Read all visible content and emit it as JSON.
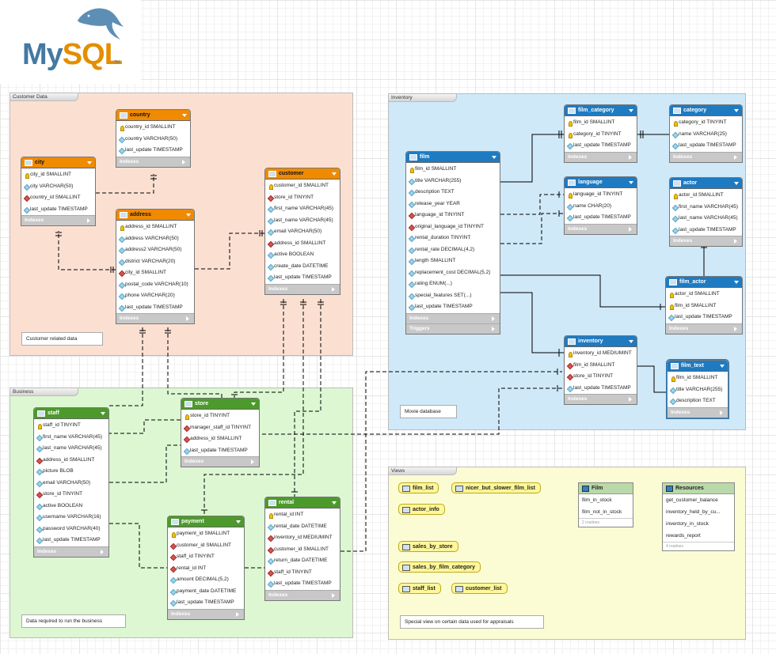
{
  "logo": {
    "my": "My",
    "sql": "SQL",
    "tm": "TM"
  },
  "regions": [
    {
      "id": "customer-data",
      "label": "Customer Data",
      "note": "Customer related data",
      "color": "#fbe0d2"
    },
    {
      "id": "inventory",
      "label": "Inventory",
      "note": "Movie database",
      "color": "#cfe9f9"
    },
    {
      "id": "business",
      "label": "Business",
      "note": "Data required to run the business",
      "color": "#dcf7d2"
    },
    {
      "id": "views",
      "label": "Views",
      "note": "Special view on certain data used for appraisals",
      "color": "#fcfcd4"
    }
  ],
  "tables": {
    "country": {
      "title": "country",
      "rows": [
        "country_id SMALLINT",
        "country VARCHAR(50)",
        "last_update TIMESTAMP"
      ],
      "kinds": [
        "pk",
        "col",
        "col"
      ],
      "sections": [
        "Indexes"
      ]
    },
    "city": {
      "title": "city",
      "rows": [
        "city_id SMALLINT",
        "city VARCHAR(50)",
        "country_id SMALLINT",
        "last_update TIMESTAMP"
      ],
      "kinds": [
        "pk",
        "col",
        "fk",
        "col"
      ],
      "sections": [
        "Indexes"
      ]
    },
    "address": {
      "title": "address",
      "rows": [
        "address_id SMALLINT",
        "address VARCHAR(50)",
        "address2 VARCHAR(50)",
        "district VARCHAR(20)",
        "city_id SMALLINT",
        "postal_code VARCHAR(10)",
        "phone VARCHAR(20)",
        "last_update TIMESTAMP"
      ],
      "kinds": [
        "pk",
        "col",
        "col",
        "col",
        "fk",
        "col",
        "col",
        "col"
      ],
      "sections": [
        "Indexes"
      ]
    },
    "customer": {
      "title": "customer",
      "rows": [
        "customer_id SMALLINT",
        "store_id TINYINT",
        "first_name VARCHAR(45)",
        "last_name VARCHAR(45)",
        "email VARCHAR(50)",
        "address_id SMALLINT",
        "active BOOLEAN",
        "create_date DATETIME",
        "last_update TIMESTAMP"
      ],
      "kinds": [
        "pk",
        "fk",
        "col",
        "col",
        "col",
        "fk",
        "col",
        "col",
        "col"
      ],
      "sections": [
        "Indexes"
      ]
    },
    "film": {
      "title": "film",
      "rows": [
        "film_id SMALLINT",
        "title VARCHAR(255)",
        "description TEXT",
        "release_year YEAR",
        "language_id TINYINT",
        "original_language_id TINYINT",
        "rental_duration TINYINT",
        "rental_rate DECIMAL(4,2)",
        "length SMALLINT",
        "replacement_cost DECIMAL(5,2)",
        "rating ENUM(...)",
        "special_features SET(...)",
        "last_update TIMESTAMP"
      ],
      "kinds": [
        "pk",
        "col",
        "col",
        "col",
        "fk",
        "fk",
        "col",
        "col",
        "col",
        "col",
        "col",
        "col",
        "col"
      ],
      "sections": [
        "Indexes",
        "Triggers"
      ]
    },
    "film_category": {
      "title": "film_category",
      "rows": [
        "film_id SMALLINT",
        "category_id TINYINT",
        "last_update TIMESTAMP"
      ],
      "kinds": [
        "pk",
        "pk",
        "col"
      ],
      "sections": [
        "Indexes"
      ]
    },
    "category": {
      "title": "category",
      "rows": [
        "category_id TINYINT",
        "name VARCHAR(25)",
        "last_update TIMESTAMP"
      ],
      "kinds": [
        "pk",
        "col",
        "col"
      ],
      "sections": [
        "Indexes"
      ]
    },
    "language": {
      "title": "language",
      "rows": [
        "language_id TINYINT",
        "name CHAR(20)",
        "last_update TIMESTAMP"
      ],
      "kinds": [
        "pk",
        "col",
        "col"
      ],
      "sections": [
        "Indexes"
      ]
    },
    "actor": {
      "title": "actor",
      "rows": [
        "actor_id SMALLINT",
        "first_name VARCHAR(45)",
        "last_name VARCHAR(45)",
        "last_update TIMESTAMP"
      ],
      "kinds": [
        "pk",
        "col",
        "col",
        "col"
      ],
      "sections": [
        "Indexes"
      ]
    },
    "film_actor": {
      "title": "film_actor",
      "rows": [
        "actor_id SMALLINT",
        "film_id SMALLINT",
        "last_update TIMESTAMP"
      ],
      "kinds": [
        "pk",
        "pk",
        "col"
      ],
      "sections": [
        "Indexes"
      ]
    },
    "inventory": {
      "title": "inventory",
      "rows": [
        "inventory_id MEDIUMINT",
        "film_id SMALLINT",
        "store_id TINYINT",
        "last_update TIMESTAMP"
      ],
      "kinds": [
        "pk",
        "fk",
        "fk",
        "col"
      ],
      "sections": [
        "Indexes"
      ]
    },
    "film_text": {
      "title": "film_text",
      "rows": [
        "film_id SMALLINT",
        "title VARCHAR(255)",
        "description TEXT"
      ],
      "kinds": [
        "pk",
        "col",
        "col"
      ],
      "sections": [
        "Indexes"
      ]
    },
    "staff": {
      "title": "staff",
      "rows": [
        "staff_id TINYINT",
        "first_name VARCHAR(45)",
        "last_name VARCHAR(45)",
        "address_id SMALLINT",
        "picture BLOB",
        "email VARCHAR(50)",
        "store_id TINYINT",
        "active BOOLEAN",
        "username VARCHAR(16)",
        "password VARCHAR(40)",
        "last_update TIMESTAMP"
      ],
      "kinds": [
        "pk",
        "col",
        "col",
        "fk",
        "col",
        "col",
        "fk",
        "col",
        "col",
        "col",
        "col"
      ],
      "sections": [
        "Indexes"
      ]
    },
    "store": {
      "title": "store",
      "rows": [
        "store_id TINYINT",
        "manager_staff_id TINYINT",
        "address_id SMALLINT",
        "last_update TIMESTAMP"
      ],
      "kinds": [
        "pk",
        "fk",
        "fk",
        "col"
      ],
      "sections": [
        "Indexes"
      ]
    },
    "payment": {
      "title": "payment",
      "rows": [
        "payment_id SMALLINT",
        "customer_id SMALLINT",
        "staff_id TINYINT",
        "rental_id INT",
        "amount DECIMAL(5,2)",
        "payment_date DATETIME",
        "last_update TIMESTAMP"
      ],
      "kinds": [
        "pk",
        "fk",
        "fk",
        "fk",
        "col",
        "col",
        "col"
      ],
      "sections": [
        "Indexes"
      ]
    },
    "rental": {
      "title": "rental",
      "rows": [
        "rental_id INT",
        "rental_date DATETIME",
        "inventory_id MEDIUMINT",
        "customer_id SMALLINT",
        "return_date DATETIME",
        "staff_id TINYINT",
        "last_update TIMESTAMP"
      ],
      "kinds": [
        "pk",
        "col",
        "fk",
        "fk",
        "col",
        "fk",
        "col"
      ],
      "sections": [
        "Indexes"
      ]
    }
  },
  "views": [
    "film_list",
    "nicer_but_slower_film_list",
    "actor_info",
    "sales_by_store",
    "sales_by_film_category",
    "staff_list",
    "customer_list"
  ],
  "routines": [
    {
      "title": "Film",
      "rows": [
        "film_in_stock",
        "film_not_in_stock"
      ],
      "footer": "2 routines"
    },
    {
      "title": "Resources",
      "rows": [
        "get_customer_balance",
        "inventory_held_by_cu...",
        "inventory_in_stock",
        "rewards_report"
      ],
      "footer": "4 routines"
    }
  ]
}
